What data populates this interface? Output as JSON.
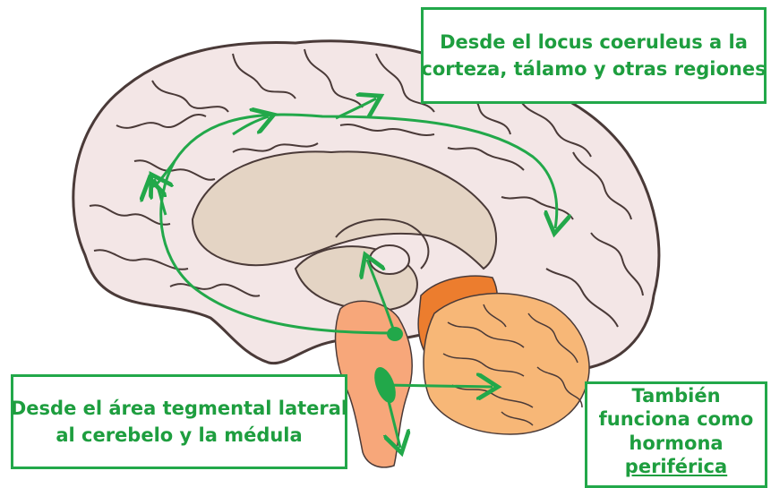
{
  "labels": {
    "top_line1": "Desde el locus coeruleus a la",
    "top_line2": "corteza, tálamo y otras regiones",
    "left_line1": "Desde el área tegmental lateral",
    "left_line2": "al cerebelo y la médula",
    "right_line1": "También",
    "right_line2": "funciona como",
    "right_line3": "hormona",
    "right_line4": "periférica"
  },
  "colors": {
    "cortex": "#f3e6e6",
    "cortex_outline": "#4a3a38",
    "inner_structure": "#e4d4c4",
    "brainstem": "#f7a77a",
    "cerebellum": "#f7b777",
    "cerebellum_dark": "#ec7d2e",
    "arrow": "#22a84a"
  }
}
